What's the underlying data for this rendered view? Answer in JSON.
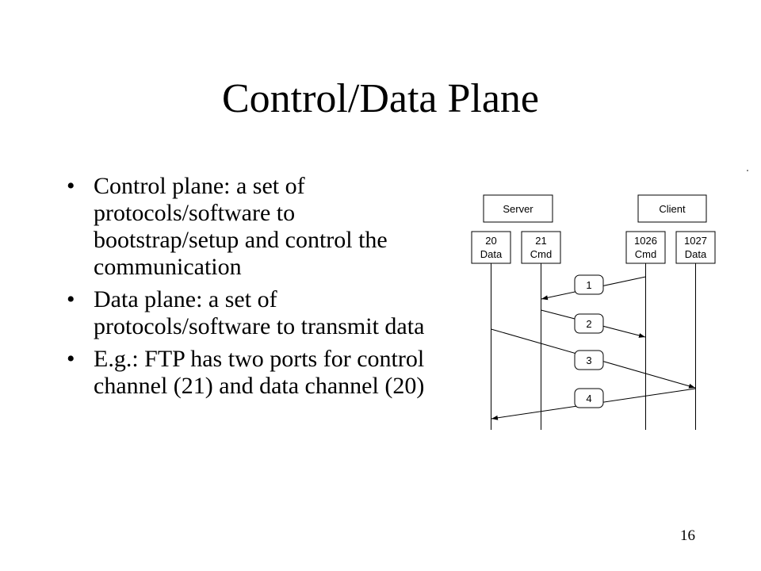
{
  "slide": {
    "title": "Control/Data Plane",
    "page_number": "16",
    "bullets": [
      "Control plane: a set of protocols/software to bootstrap/setup and control the communication",
      "Data plane: a set of protocols/software to transmit data",
      "E.g.: FTP has two ports for control channel (21) and data channel (20)"
    ]
  },
  "diagram": {
    "hosts": {
      "server": "Server",
      "client": "Client"
    },
    "ports": [
      {
        "number": "20",
        "label": "Data"
      },
      {
        "number": "21",
        "label": "Cmd"
      },
      {
        "number": "1026",
        "label": "Cmd"
      },
      {
        "number": "1027",
        "label": "Data"
      }
    ],
    "steps": [
      "1",
      "2",
      "3",
      "4"
    ]
  }
}
